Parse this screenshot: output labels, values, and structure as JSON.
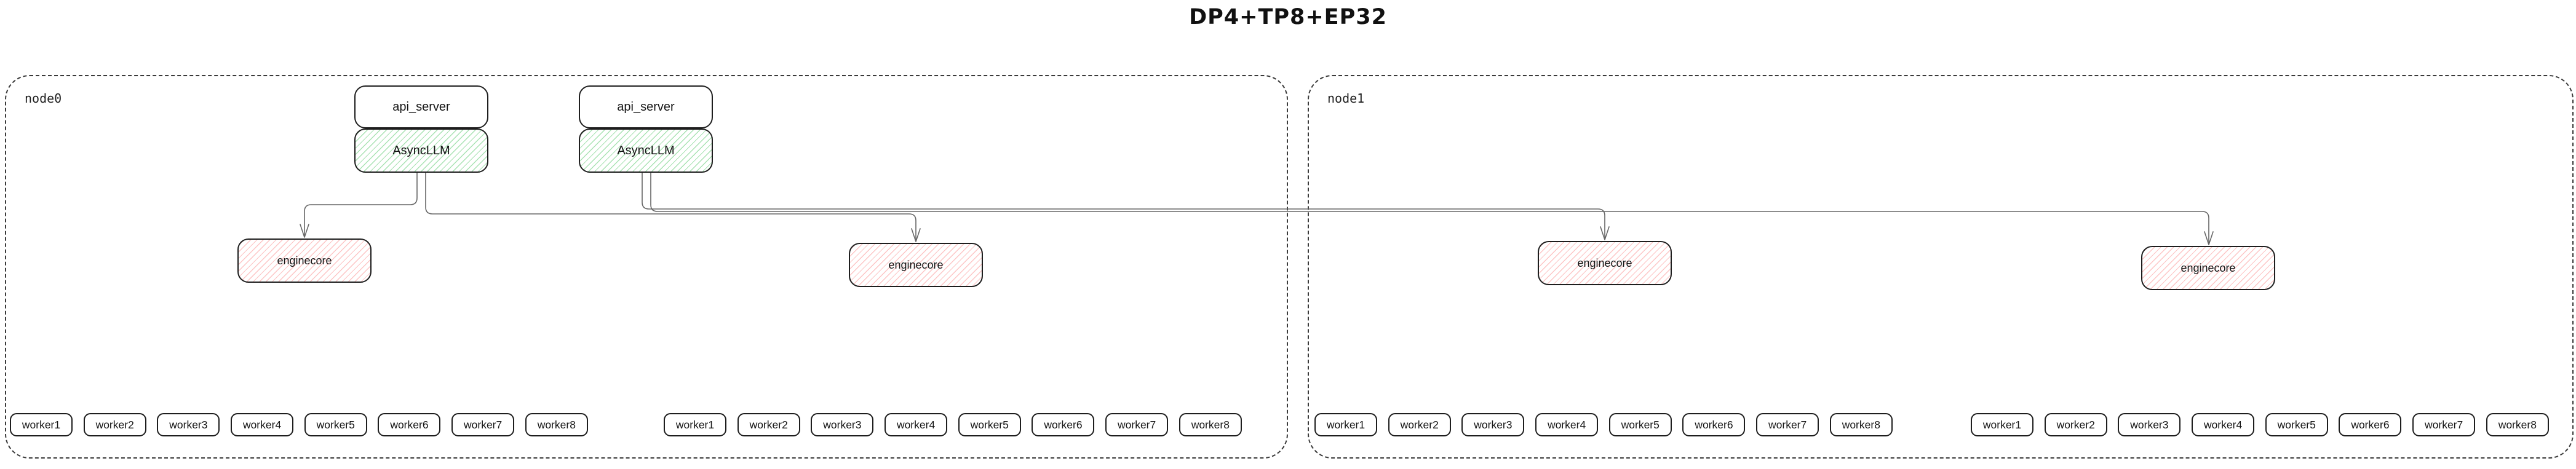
{
  "title": "DP4+TP8+EP32",
  "node_labels": [
    "node0",
    "node1"
  ],
  "stacks": [
    {
      "api": "api_server",
      "llm": "AsyncLLM"
    },
    {
      "api": "api_server",
      "llm": "AsyncLLM"
    }
  ],
  "enginecores": [
    "enginecore",
    "enginecore",
    "enginecore",
    "enginecore"
  ],
  "workers": {
    "g1": [
      "worker1",
      "worker2",
      "worker3",
      "worker4",
      "worker5",
      "worker6",
      "worker7",
      "worker8"
    ],
    "g2": [
      "worker1",
      "worker2",
      "worker3",
      "worker4",
      "worker5",
      "worker6",
      "worker7",
      "worker8"
    ],
    "g3": [
      "worker1",
      "worker2",
      "worker3",
      "worker4",
      "worker5",
      "worker6",
      "worker7",
      "worker8"
    ],
    "g4": [
      "worker1",
      "worker2",
      "worker3",
      "worker4",
      "worker5",
      "worker6",
      "worker7",
      "worker8"
    ]
  },
  "colors": {
    "asyncllm_hatch": "#40c057",
    "enginecore_hatch": "#fa6e6e",
    "edge_line": "#666666",
    "box_border": "#1e1e1e"
  }
}
